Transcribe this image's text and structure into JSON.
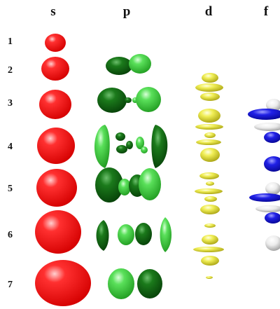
{
  "columns": [
    {
      "key": "s",
      "label": "s"
    },
    {
      "key": "p",
      "label": "p"
    },
    {
      "key": "d",
      "label": "d"
    },
    {
      "key": "f",
      "label": "f"
    }
  ],
  "rows": [
    {
      "label": "1"
    },
    {
      "label": "2"
    },
    {
      "label": "3"
    },
    {
      "label": "4"
    },
    {
      "label": "5"
    },
    {
      "label": "6"
    },
    {
      "label": "7"
    }
  ],
  "colors": {
    "s": "#ff1a1a",
    "p_dark": "#0f6a12",
    "p_light": "#4bd94b",
    "d": "#e8e640",
    "f_blue": "#1a1adf",
    "f_white": "#e8e8e8"
  }
}
